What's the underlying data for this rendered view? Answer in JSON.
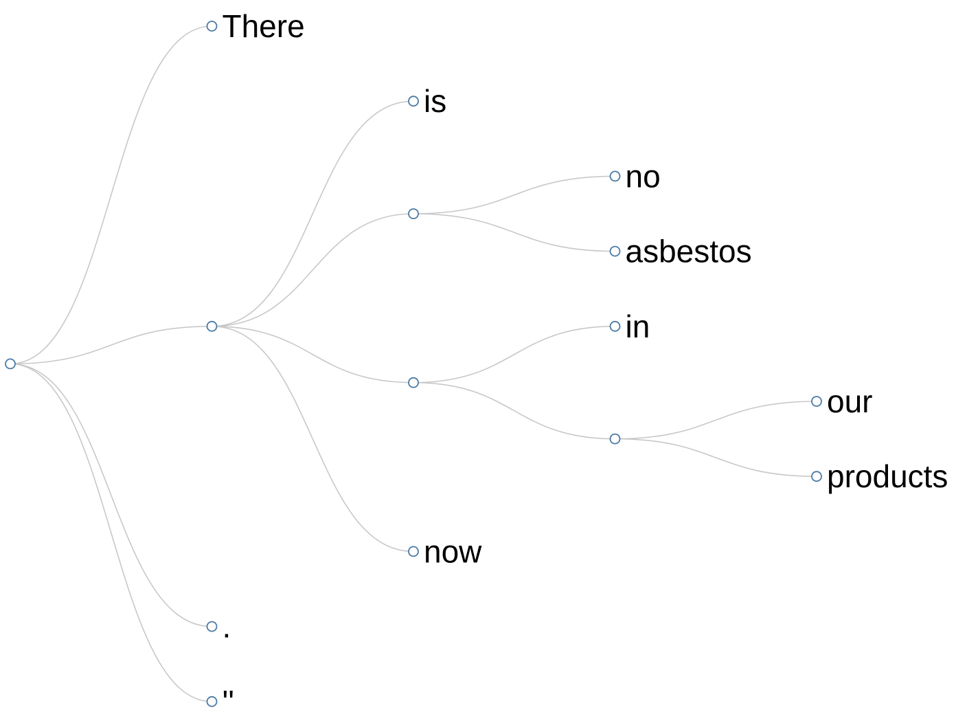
{
  "tree": {
    "children": [
      {
        "label": "There"
      },
      {
        "children": [
          {
            "label": "is"
          },
          {
            "children": [
              {
                "label": "no"
              },
              {
                "label": "asbestos"
              }
            ]
          },
          {
            "children": [
              {
                "label": "in"
              },
              {
                "children": [
                  {
                    "label": "our"
                  },
                  {
                    "label": "products"
                  }
                ]
              }
            ]
          },
          {
            "label": "now"
          }
        ]
      },
      {
        "label": "."
      },
      {
        "label": "''"
      }
    ]
  },
  "colors": {
    "link": "#c8c8c8",
    "node_stroke": "#4a7aa5",
    "node_fill": "#ffffff",
    "label": "#000000"
  }
}
